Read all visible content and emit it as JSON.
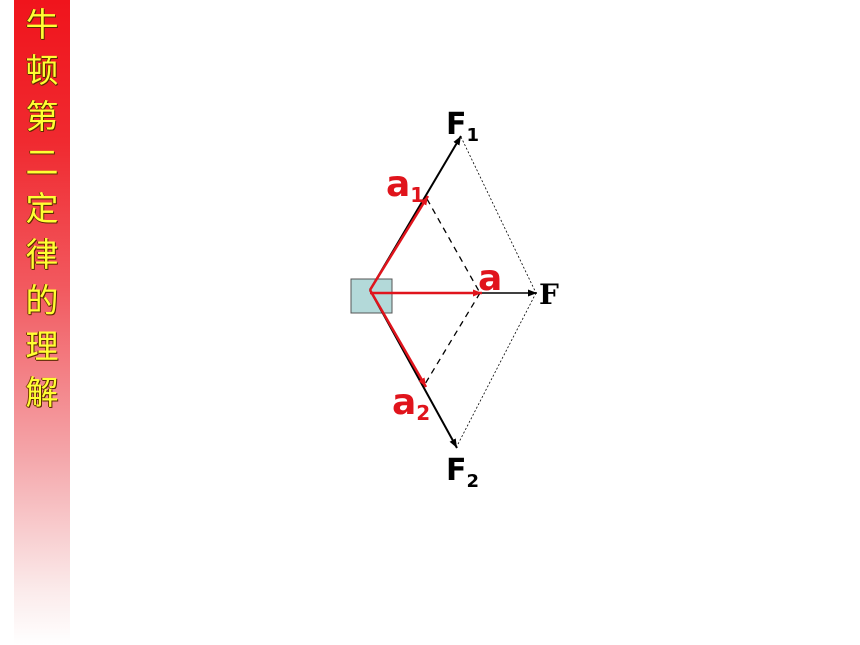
{
  "sidebar": {
    "title_chars": [
      "牛",
      "顿",
      "第",
      "二",
      "定",
      "律",
      "的",
      "理",
      "解"
    ]
  },
  "diagram": {
    "labels": {
      "F1_main": "F",
      "F1_sub": "1",
      "F2_main": "F",
      "F2_sub": "2",
      "F": "F",
      "a": "a",
      "a1_main": "a",
      "a1_sub": "1",
      "a2_main": "a",
      "a2_sub": "2"
    },
    "colors": {
      "force": "#000000",
      "acceleration": "#e0141c",
      "block_fill": "#b3d9d9",
      "block_stroke": "#555555"
    }
  }
}
